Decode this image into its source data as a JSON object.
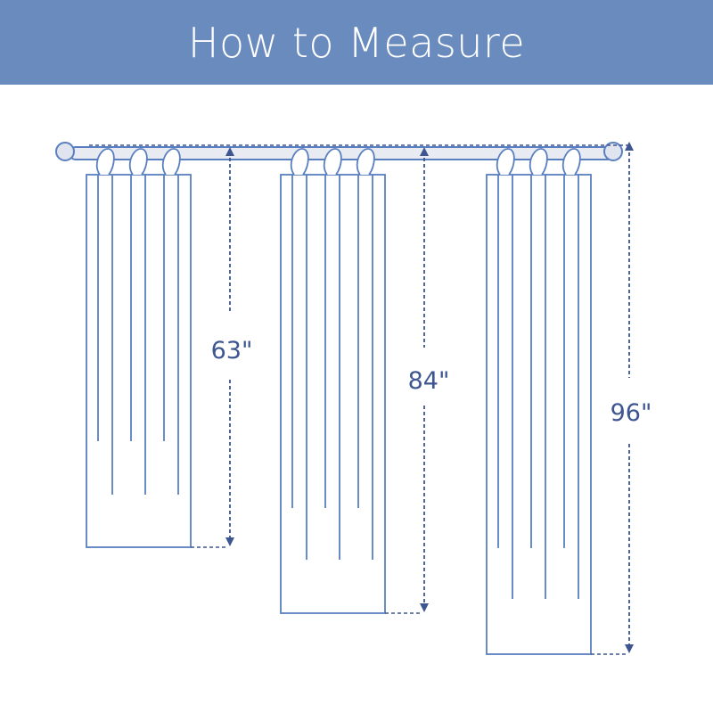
{
  "header": {
    "title": "How to Measure"
  },
  "colors": {
    "header_bg": "#6a8bbd",
    "line": "#5a7fc0",
    "dim": "#3d5590",
    "rod_fill": "#e8ebf2"
  },
  "panels": [
    {
      "label": "63\""
    },
    {
      "label": "84\""
    },
    {
      "label": "96\""
    }
  ]
}
